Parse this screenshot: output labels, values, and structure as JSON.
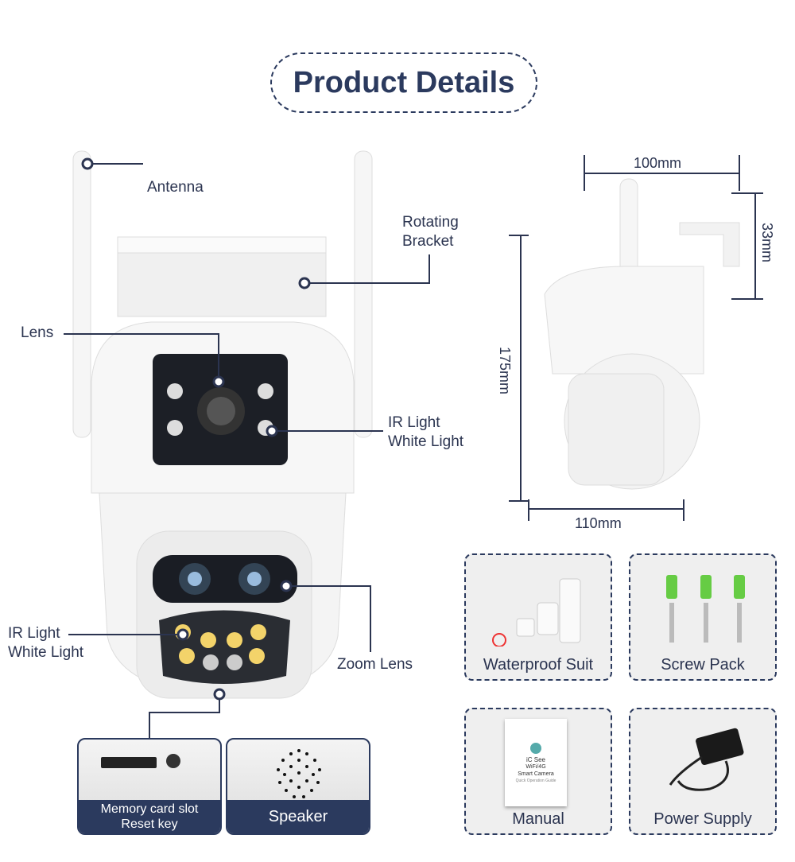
{
  "title": "Product Details",
  "labels": {
    "antenna": "Antenna",
    "rotating_bracket": [
      "Rotating",
      "Bracket"
    ],
    "lens": "Lens",
    "ir_white_top": [
      "IR Light",
      "White Light"
    ],
    "ir_white_bottom": [
      "IR Light",
      "White Light"
    ],
    "zoom_lens": "Zoom Lens"
  },
  "dimensions": {
    "width_top": "100mm",
    "bracket": "33mm",
    "height": "175mm",
    "width_bottom": "110mm"
  },
  "accessories": [
    {
      "label": "Waterproof Suit"
    },
    {
      "label": "Screw Pack"
    },
    {
      "label": "Manual"
    },
    {
      "label": "Power Supply"
    }
  ],
  "manual_cover": {
    "brand": "iC See",
    "line1": "WiFi/4G",
    "line2": "Smart Camera",
    "line3": "Quick Operation Guide"
  },
  "ports": [
    {
      "label": [
        "Memory card slot",
        "Reset key"
      ]
    },
    {
      "label": [
        "Speaker"
      ]
    }
  ],
  "colors": {
    "navy": "#2b3a5e",
    "card_bg": "#efefef"
  }
}
